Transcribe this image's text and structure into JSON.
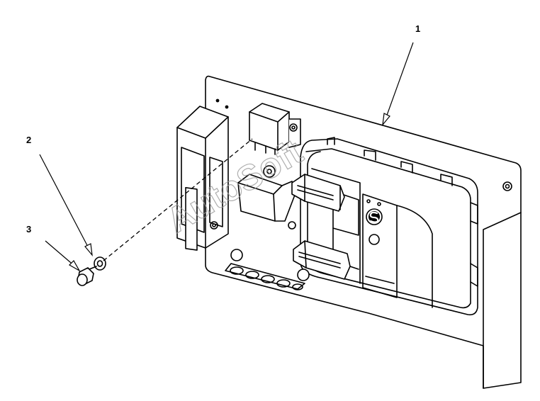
{
  "diagram": {
    "callouts": {
      "part_1": "1",
      "part_2": "2",
      "part_3": "3"
    },
    "watermark": "AutoSoft",
    "logo_icon": "s-logo-icon",
    "colors": {
      "line": "#000000",
      "background": "#ffffff",
      "watermark": "#9a9a9a"
    }
  }
}
